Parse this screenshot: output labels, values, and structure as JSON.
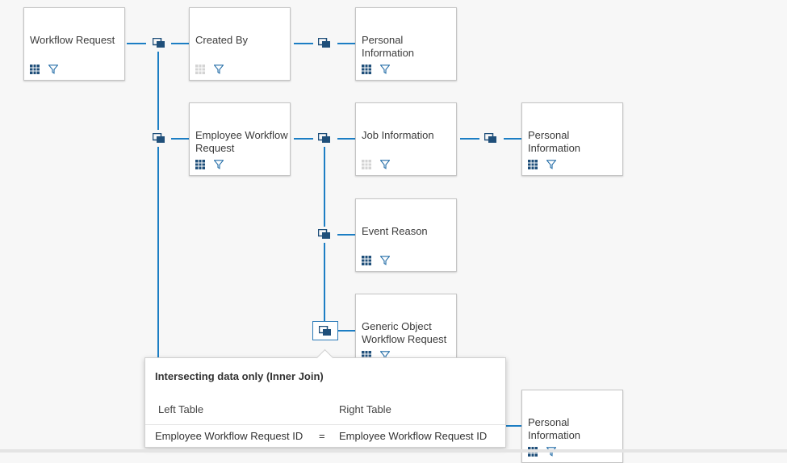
{
  "nodes": [
    {
      "title": "Workflow Request",
      "columns_icon": "columns-icon",
      "filter_icon": "filter-icon"
    },
    {
      "title": "Created By",
      "columns_icon": "columns-icon-disabled",
      "filter_icon": "filter-icon"
    },
    {
      "title": "Personal Information",
      "columns_icon": "columns-icon",
      "filter_icon": "filter-icon"
    },
    {
      "title": "Employee Workflow Request",
      "columns_icon": "columns-icon",
      "filter_icon": "filter-icon"
    },
    {
      "title": "Job Information",
      "columns_icon": "columns-icon-disabled",
      "filter_icon": "filter-icon"
    },
    {
      "title": "Personal Information",
      "columns_icon": "columns-icon",
      "filter_icon": "filter-icon"
    },
    {
      "title": "Event Reason",
      "columns_icon": "columns-icon",
      "filter_icon": "filter-icon"
    },
    {
      "title": "Generic Object Workflow Request",
      "columns_icon": "columns-icon",
      "filter_icon": "filter-icon"
    },
    {
      "title": "Personal Information",
      "columns_icon": "columns-icon",
      "filter_icon": "filter-icon"
    }
  ],
  "join_icon": "join-icon",
  "popover": {
    "title": "Intersecting data only (Inner Join)",
    "left_header": "Left Table",
    "right_header": "Right Table",
    "left_value": "Employee Workflow Request ID",
    "operator": "=",
    "right_value": "Employee Workflow Request ID"
  },
  "colors": {
    "connector": "#1c7ec4",
    "icon": "#1f4f7a",
    "canvas": "#f7f7f7"
  }
}
